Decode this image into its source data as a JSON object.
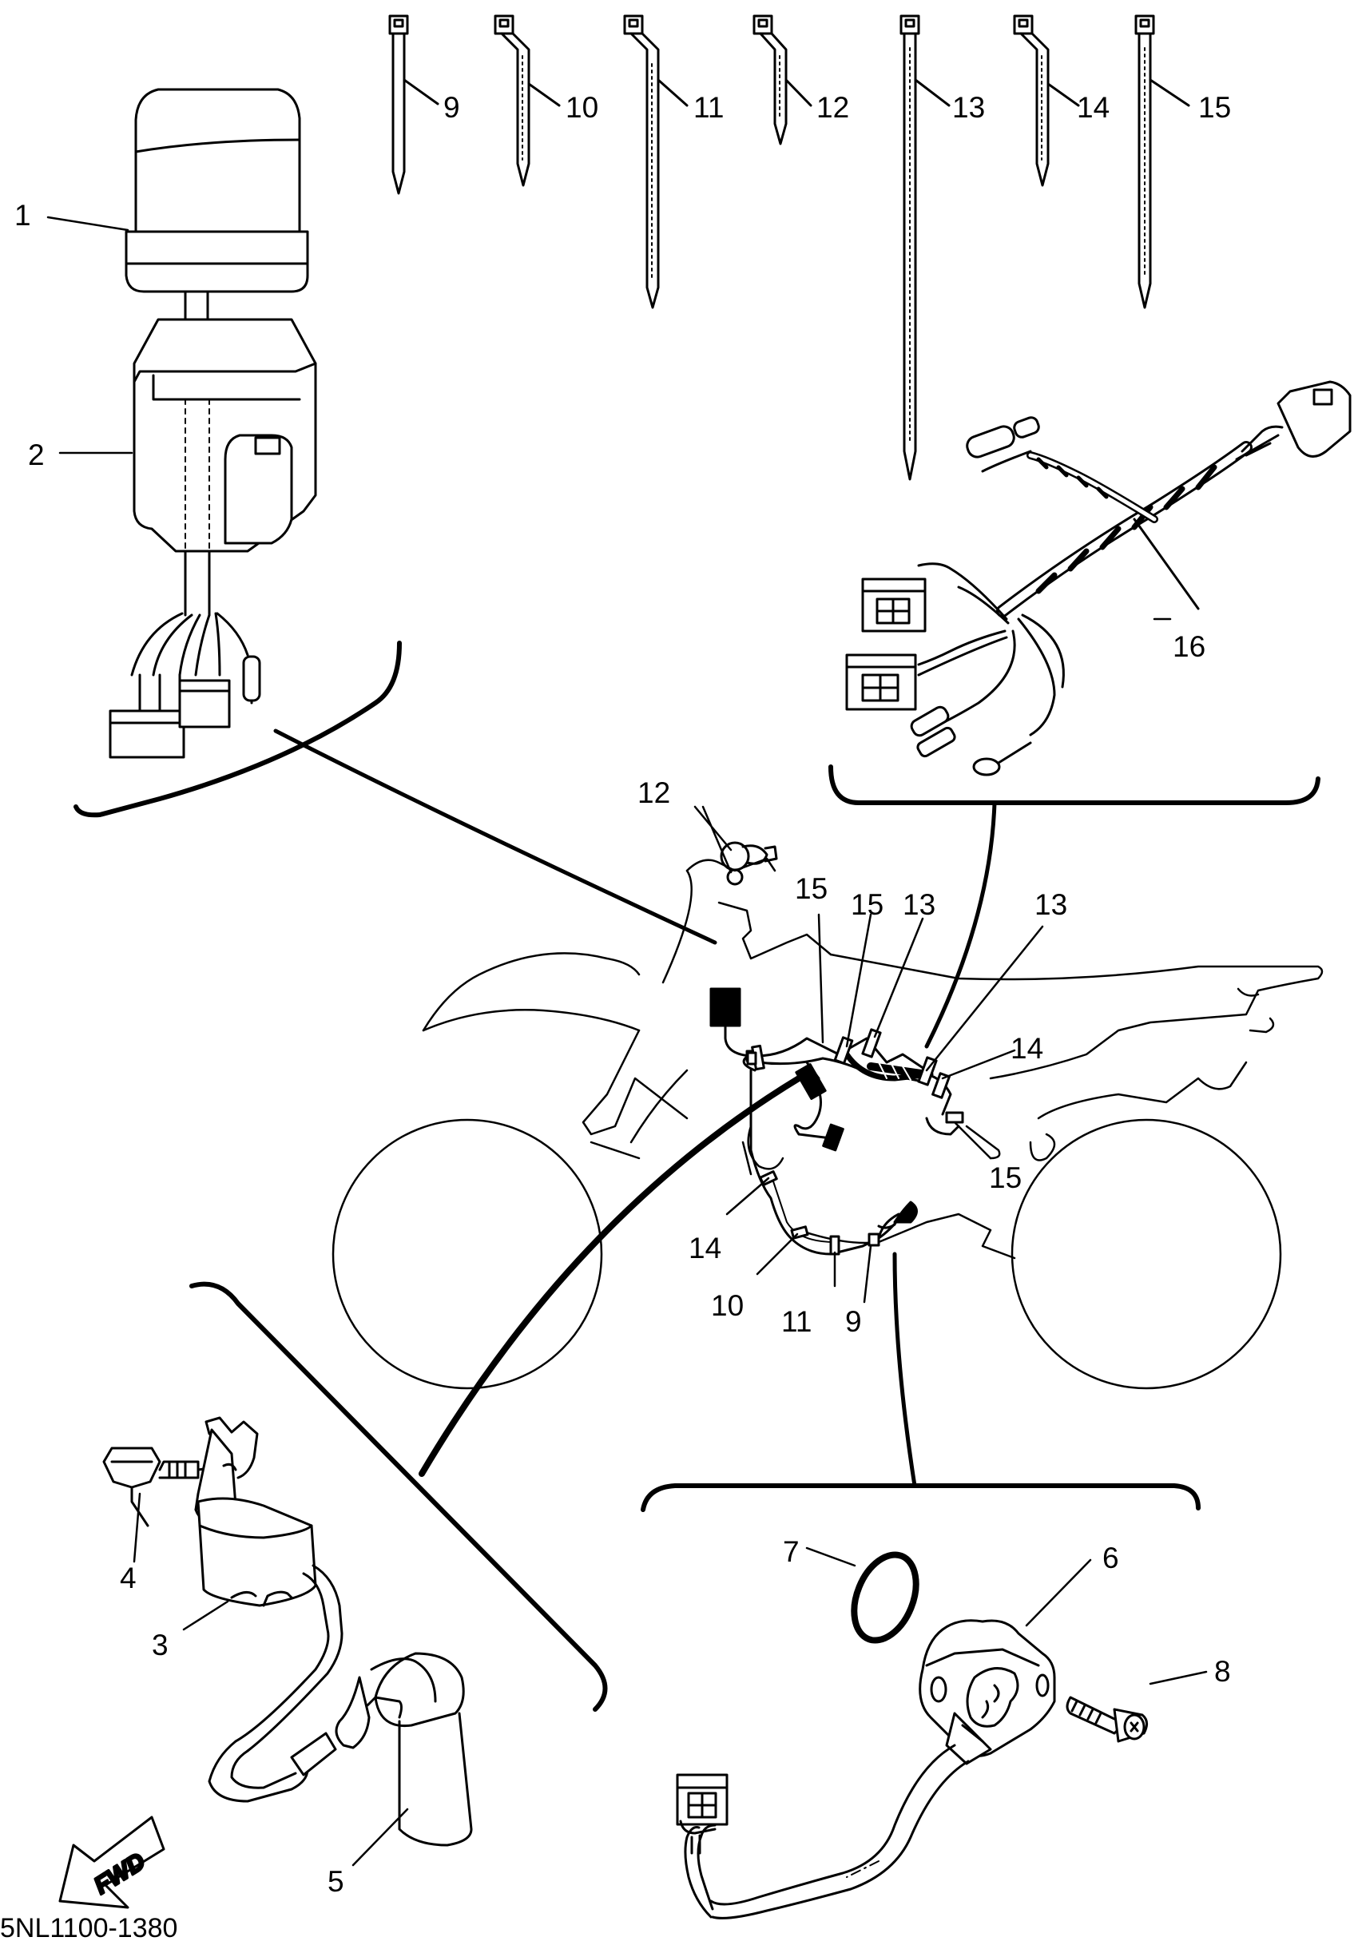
{
  "diagram_code": "5NL1100-1380",
  "fwd_label": "FWD",
  "callouts": {
    "c1": "1",
    "c2": "2",
    "c3": "3",
    "c4": "4",
    "c5": "5",
    "c6": "6",
    "c7": "7",
    "c8": "8",
    "c9": "9",
    "c10": "10",
    "c11": "11",
    "c12": "12",
    "c13": "13",
    "c14": "14",
    "c15": "15",
    "c16": "16",
    "m12": "12",
    "m15a": "15",
    "m15b": "15",
    "m13a": "13",
    "m13b": "13",
    "m14a": "14",
    "m15c": "15",
    "m14b": "14",
    "m10": "10",
    "m11": "11",
    "m9": "9"
  }
}
